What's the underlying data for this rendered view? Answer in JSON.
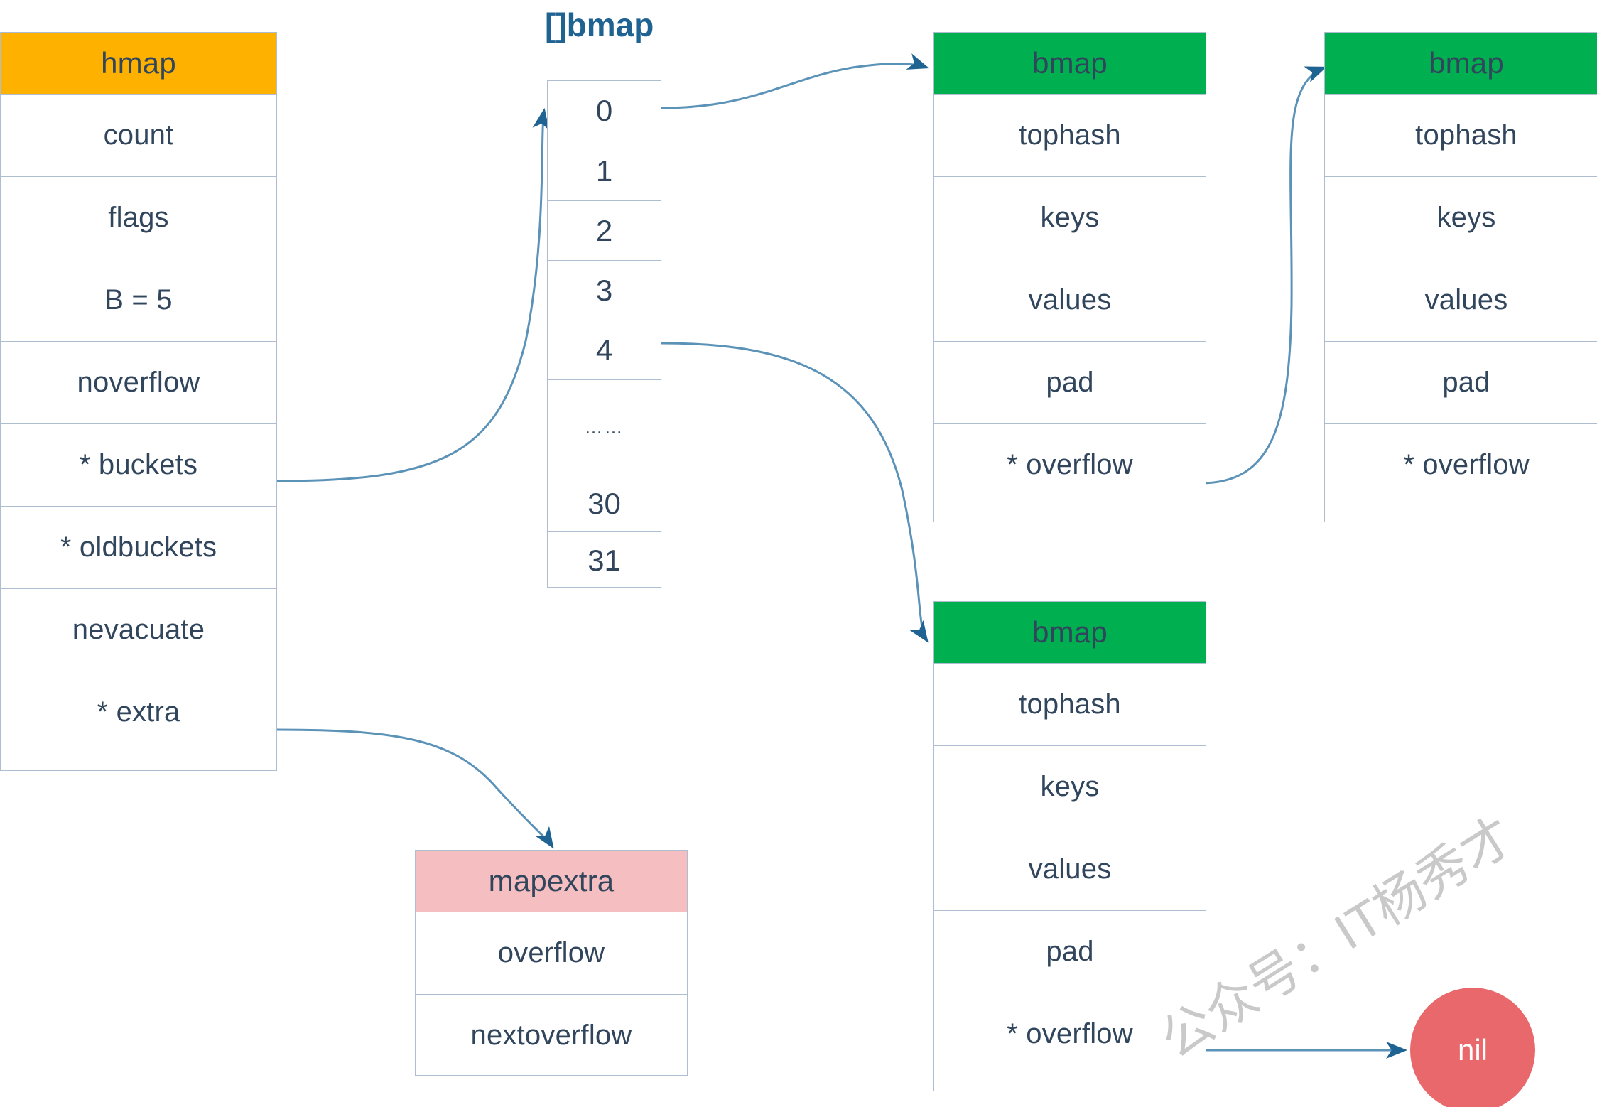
{
  "colors": {
    "hmap_header": "#FFB100",
    "bmap_header": "#00AF50",
    "mapextra_header": "#F5BEC0",
    "nil_fill": "#E8686B",
    "border": "#aebdd0",
    "text": "#31465c",
    "arrow": "#3C7EA8",
    "array_title": "#1F6393",
    "watermark": "#c9c9c9"
  },
  "array_title": "[]bmap",
  "hmap": {
    "title": "hmap",
    "fields": [
      "count",
      "flags",
      "B = 5",
      "noverflow",
      "* buckets",
      "* oldbuckets",
      "nevacuate",
      "* extra"
    ]
  },
  "bucket_array": {
    "cells": [
      "0",
      "1",
      "2",
      "3",
      "4",
      "……",
      "30",
      "31"
    ]
  },
  "bmap_top_left": {
    "title": "bmap",
    "fields": [
      "tophash",
      "keys",
      "values",
      "pad",
      "* overflow"
    ]
  },
  "bmap_top_right": {
    "title": "bmap",
    "fields": [
      "tophash",
      "keys",
      "values",
      "pad",
      "* overflow"
    ]
  },
  "bmap_bottom": {
    "title": "bmap",
    "fields": [
      "tophash",
      "keys",
      "values",
      "pad",
      "* overflow"
    ]
  },
  "mapextra": {
    "title": "mapextra",
    "fields": [
      "overflow",
      "nextoverflow"
    ]
  },
  "nil_node": {
    "label": "nil"
  },
  "watermark": {
    "text": "公众号：IT杨秀才"
  }
}
